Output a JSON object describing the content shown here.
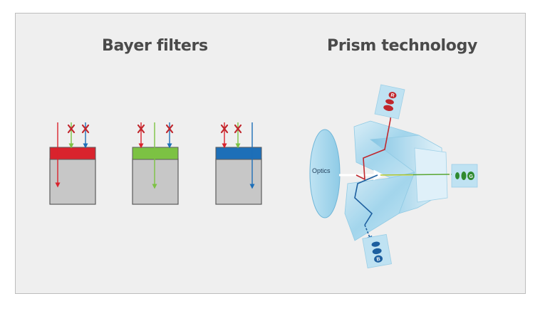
{
  "headings": {
    "bayer": "Bayer filters",
    "prism": "Prism technology"
  },
  "prism": {
    "optics_label": "Optics",
    "channels": {
      "red": "R",
      "green": "G",
      "blue": "B"
    }
  },
  "colors": {
    "panel_bg": "#efefef",
    "sensor_gray": "#c7c7c7",
    "red": "#d9232d",
    "green": "#7cc243",
    "blue": "#1d6fb8",
    "prism_light": "#c8e6f5",
    "prism_mid": "#8fcde8"
  }
}
